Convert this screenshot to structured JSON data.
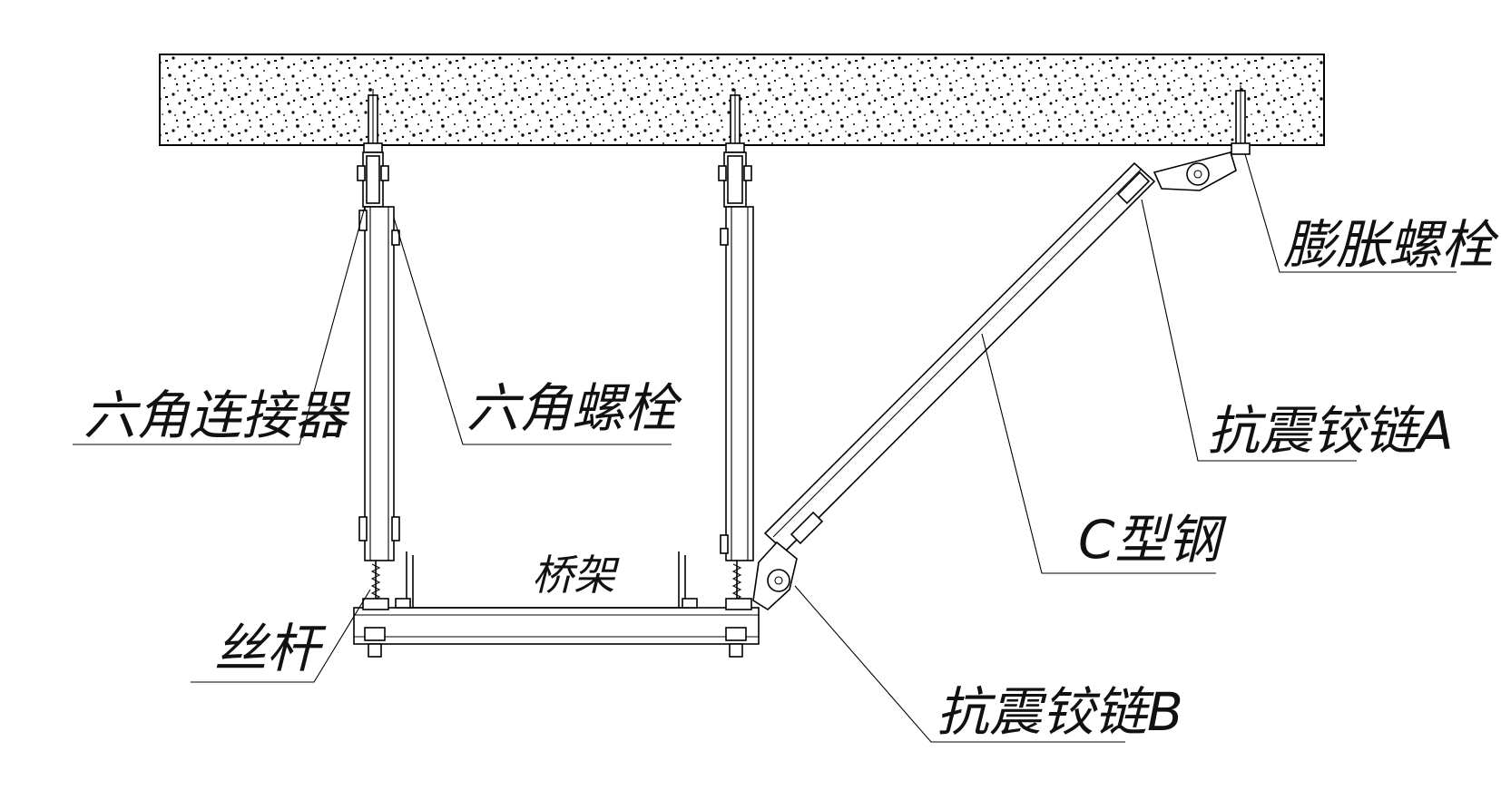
{
  "labels": {
    "hex_connector": "六角连接器",
    "hex_bolt": "六角螺栓",
    "cable_tray": "桥架",
    "threaded_rod": "丝杆",
    "expansion_bolt": "膨胀螺栓",
    "seismic_hinge_a": "抗震铰链A",
    "c_steel": "C型钢",
    "seismic_hinge_b": "抗震铰链B"
  }
}
